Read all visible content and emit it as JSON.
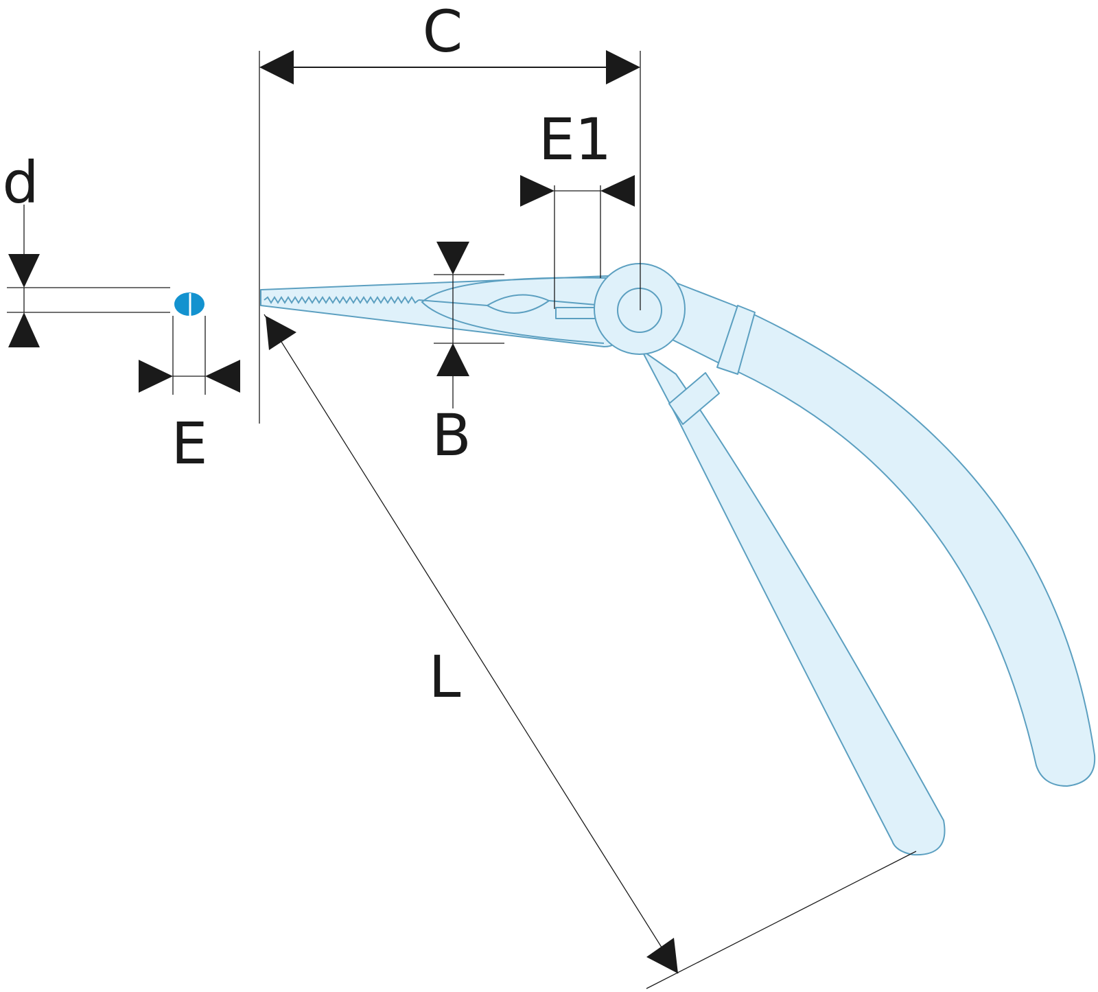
{
  "labels": {
    "c": "C",
    "e1": "E1",
    "d": "d",
    "e": "E",
    "b": "B",
    "l": "L"
  },
  "colors": {
    "tool_fill": "#dff1fa",
    "tool_stroke": "#5b9fc0",
    "tip_section": "#1392cf",
    "dimension": "#1a1a1a"
  }
}
